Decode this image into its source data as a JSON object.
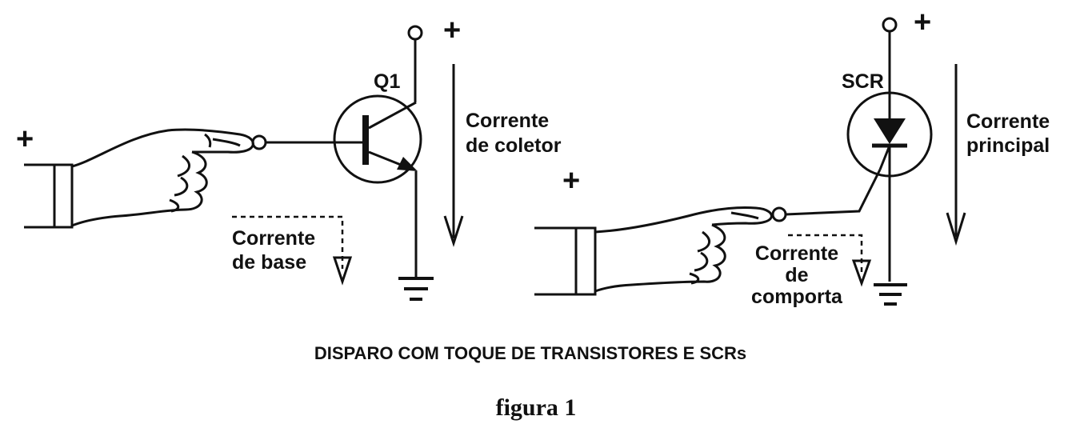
{
  "left_circuit": {
    "supply_sign": "+",
    "input_sign": "+",
    "component_label": "Q1",
    "main_current": [
      "Corrente",
      "de coletor"
    ],
    "control_current": [
      "Corrente",
      "de base"
    ]
  },
  "right_circuit": {
    "supply_sign": "+",
    "input_sign": "+",
    "component_label": "SCR",
    "main_current": [
      "Corrente",
      "principal"
    ],
    "control_current": [
      "Corrente",
      "de",
      "comporta"
    ]
  },
  "caption": "DISPARO COM TOQUE DE TRANSISTORES E SCRs",
  "figure_label": "figura 1"
}
